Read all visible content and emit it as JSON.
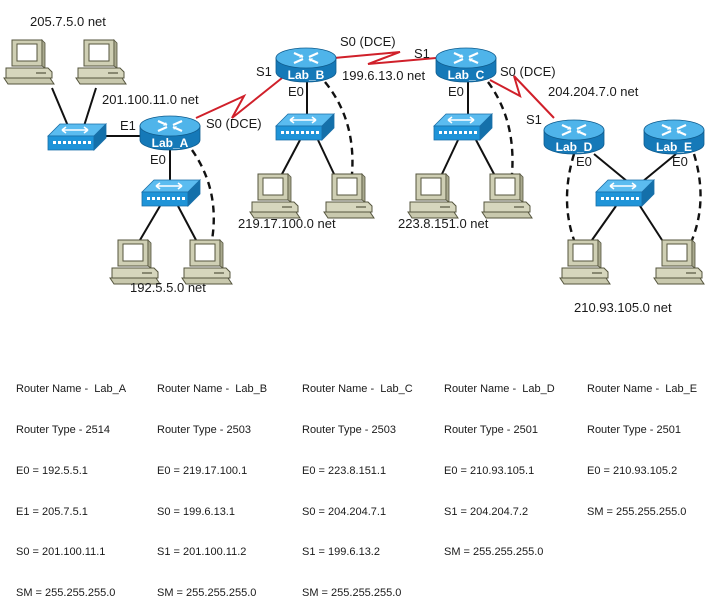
{
  "diagram": {
    "networks": {
      "lan_a_e1": "205.7.5.0 net",
      "lan_a_e0": "192.5.5.0 net",
      "lan_b": "219.17.100.0 net",
      "lan_c": "223.8.151.0 net",
      "lan_de": "210.93.105.0 net",
      "serial_ab": "201.100.11.0 net",
      "serial_bc": "199.6.13.0 net",
      "serial_cd": "204.204.7.0 net"
    },
    "routers": {
      "a": "Lab_A",
      "b": "Lab_B",
      "c": "Lab_C",
      "d": "Lab_D",
      "e": "Lab_E"
    },
    "interfaces": {
      "a_e1": "E1",
      "a_e0": "E0",
      "a_s0": "S0 (DCE)",
      "b_s1": "S1",
      "b_e0": "E0",
      "b_s0": "S0 (DCE)",
      "c_s1": "S1",
      "c_e0": "E0",
      "c_s0": "S0 (DCE)",
      "d_s1": "S1",
      "d_e0": "E0",
      "e_e0": "E0"
    },
    "colors": {
      "serial_link": "#d0202a",
      "router_blue": "#1a8fd0",
      "switch_blue": "#2a9ee0",
      "pc_beige": "#d8d8c0"
    },
    "icons": {
      "router": "router-icon",
      "switch": "switch-icon",
      "pc": "workstation-icon"
    }
  },
  "router_info": [
    {
      "name": "Router Name -  Lab_A",
      "type": "Router Type - 2514",
      "lines": [
        "E0 = 192.5.5.1",
        "E1 = 205.7.5.1",
        "S0 = 201.100.11.1",
        "SM = 255.255.255.0"
      ]
    },
    {
      "name": "Router Name -  Lab_B",
      "type": "Router Type - 2503",
      "lines": [
        "E0 = 219.17.100.1",
        "S0 = 199.6.13.1",
        "S1 = 201.100.11.2",
        "SM = 255.255.255.0"
      ]
    },
    {
      "name": "Router Name -  Lab_C",
      "type": "Router Type - 2503",
      "lines": [
        "E0 = 223.8.151.1",
        "S0 = 204.204.7.1",
        "S1 = 199.6.13.2",
        "SM = 255.255.255.0"
      ]
    },
    {
      "name": "Router Name -  Lab_D",
      "type": "Router Type - 2501",
      "lines": [
        "E0 = 210.93.105.1",
        "S1 = 204.204.7.2",
        "SM = 255.255.255.0"
      ]
    },
    {
      "name": "Router Name -  Lab_E",
      "type": "Router Type - 2501",
      "lines": [
        "E0 = 210.93.105.2",
        "SM = 255.255.255.0"
      ]
    }
  ]
}
